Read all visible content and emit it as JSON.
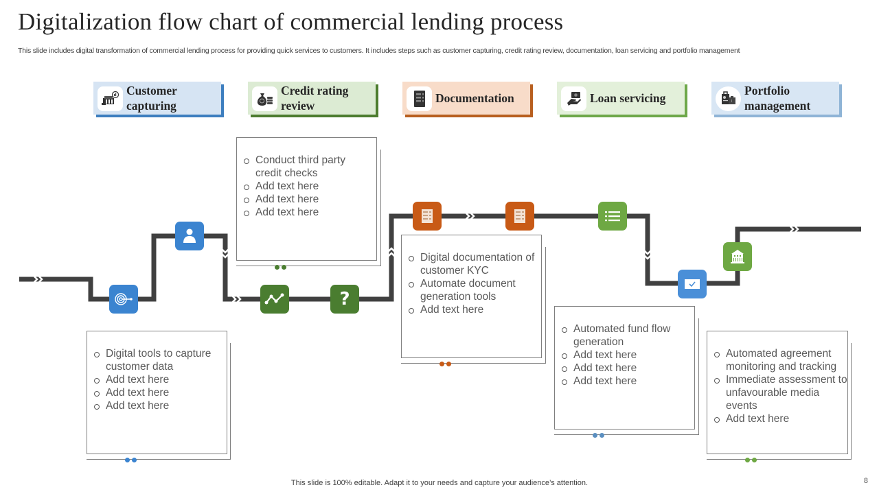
{
  "header": {
    "title": "Digitalization flow chart of  commercial lending process",
    "subtitle": "This slide includes digital transformation of commercial lending process for providing quick services to customers. It includes steps such as customer capturing, credit rating review, documentation, loan servicing and portfolio management"
  },
  "stages": [
    {
      "label": "Customer capturing",
      "icon": "customer-data-icon",
      "bg": "#d6e4f3",
      "accent": "#3d7ebf"
    },
    {
      "label": "Credit rating review",
      "icon": "money-bag-coins-icon",
      "bg": "#dcebd3",
      "accent": "#4d7c2f"
    },
    {
      "label": "Documentation",
      "icon": "document-list-icon",
      "bg": "#f8dcc9",
      "accent": "#b85f1f"
    },
    {
      "label": "Loan servicing",
      "icon": "hand-money-icon",
      "bg": "#e3f0da",
      "accent": "#6ea84a"
    },
    {
      "label": "Portfolio management",
      "icon": "briefcase-profile-icon",
      "bg": "#d8e6f4",
      "accent": "#8fb4d6"
    }
  ],
  "nodes": [
    {
      "icon": "target-dart-icon",
      "color": "#3b84d0"
    },
    {
      "icon": "user-icon",
      "color": "#3b84d0"
    },
    {
      "icon": "line-chart-icon",
      "color": "#4a7d30"
    },
    {
      "icon": "question-mark-icon",
      "color": "#4a7d30",
      "glyph": "?"
    },
    {
      "icon": "document-icon",
      "color": "#c85a16"
    },
    {
      "icon": "document-icon",
      "color": "#c85a16"
    },
    {
      "icon": "list-icon",
      "color": "#6ea843"
    },
    {
      "icon": "envelope-check-icon",
      "color": "#4a8fd8"
    },
    {
      "icon": "bank-building-icon",
      "color": "#6ea843"
    }
  ],
  "cards": [
    {
      "items": [
        "Digital tools to capture customer data",
        "Add text here",
        "Add text here",
        "Add text here"
      ],
      "dot_color": "#3b84d0"
    },
    {
      "items": [
        "Conduct third party credit checks",
        "Add text here",
        "Add text here",
        "Add text here"
      ],
      "dot_color": "#4a7d30"
    },
    {
      "items": [
        "Digital documentation of customer KYC",
        "Automate document generation tools",
        "Add text here"
      ],
      "dot_color": "#c85a16"
    },
    {
      "items": [
        "Automated fund flow generation",
        "Add text here",
        "Add text here",
        "Add text here"
      ],
      "dot_color": "#5b8fc0"
    },
    {
      "items": [
        "Automated agreement monitoring and tracking",
        "Immediate assessment to unfavourable media events",
        "Add text here"
      ],
      "dot_color": "#6ea843"
    }
  ],
  "footer": {
    "note": "This slide is 100% editable. Adapt it to your needs and capture your audience’s attention.",
    "page_number": "8"
  },
  "colors": {
    "path": "#404040",
    "chevron": "#ffffff"
  }
}
